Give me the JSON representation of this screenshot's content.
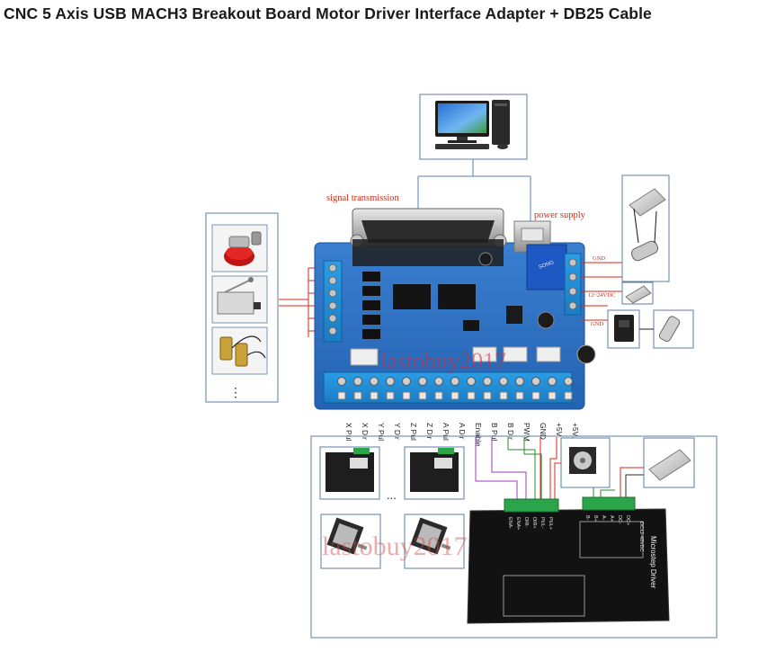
{
  "title": "CNC 5 Axis USB MACH3 Breakout Board Motor Driver Interface Adapter + DB25 Cable",
  "labels": {
    "signal_transmission": "signal transmission",
    "power_supply": "power supply",
    "gnd_top": "GND",
    "vdc": "12~24VDC",
    "gnd_bottom": "GND",
    "ellipsis_vertical": "⋮",
    "ellipsis_horizontal": "...",
    "watermark_board": "lastobuy2017",
    "watermark_driver": "lastobuy2017",
    "driver_title": "Microstep Driver",
    "driver_input": "DC12-48VDC"
  },
  "terminal_pins": [
    "X Pul",
    "X Dir",
    "Y Pul",
    "Y Dir",
    "Z Pul",
    "Z Dir",
    "A Pul",
    "A Dir",
    "Enable",
    "B Pul",
    "B Dir",
    "PWM",
    "GND",
    "+5V",
    "+5V"
  ],
  "driver_pins": [
    "ENA-",
    "ENA+",
    "DIR-",
    "DIR+",
    "PUL-",
    "PUL+"
  ],
  "driver_power_pins": [
    "B-",
    "B+",
    "A-",
    "A+",
    "DC-",
    "DC+"
  ]
}
